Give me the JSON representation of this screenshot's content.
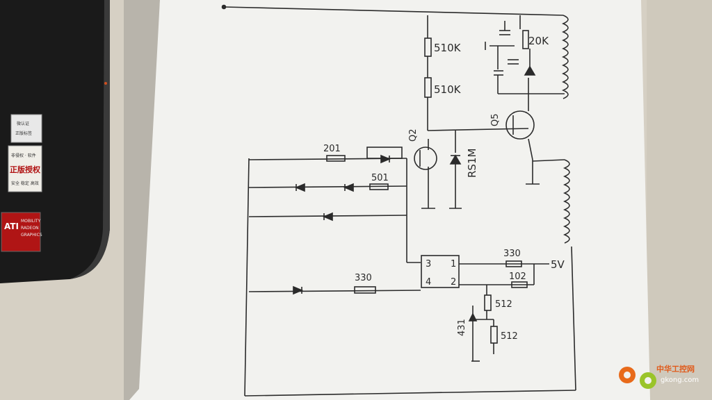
{
  "scene": "photo of a hand-drawn circuit schematic on white paper next to a laptop",
  "schematic": {
    "resistors": {
      "r_top": "510K",
      "r_mid": "510K",
      "r_right": "20K",
      "r_201": "201",
      "r_501": "501",
      "r_330_in": "330",
      "r_330_out": "330",
      "r_102": "102",
      "r_512_a": "512",
      "r_512_b": "512"
    },
    "transistors": {
      "q2": "Q2",
      "q5": "Q5"
    },
    "diode_label": "RS1M",
    "regulator": "431",
    "supply": "5V",
    "optocoupler_pins": [
      "3",
      "4",
      "1",
      "2"
    ]
  },
  "laptop": {
    "stickers": {
      "small_line1": "微认证",
      "small_line2": "正版标签",
      "big_line1": "非侵权 · 软件",
      "big_main": "正版授权",
      "big_line3": "安全 稳定 高效"
    },
    "gpu_badge": {
      "brand": "ATI",
      "line1": "MOBILITY",
      "line2": "RADEON",
      "line3": "GRAPHICS"
    }
  },
  "watermark": {
    "site_cn": "中华工控网",
    "url": "gkong.com"
  }
}
